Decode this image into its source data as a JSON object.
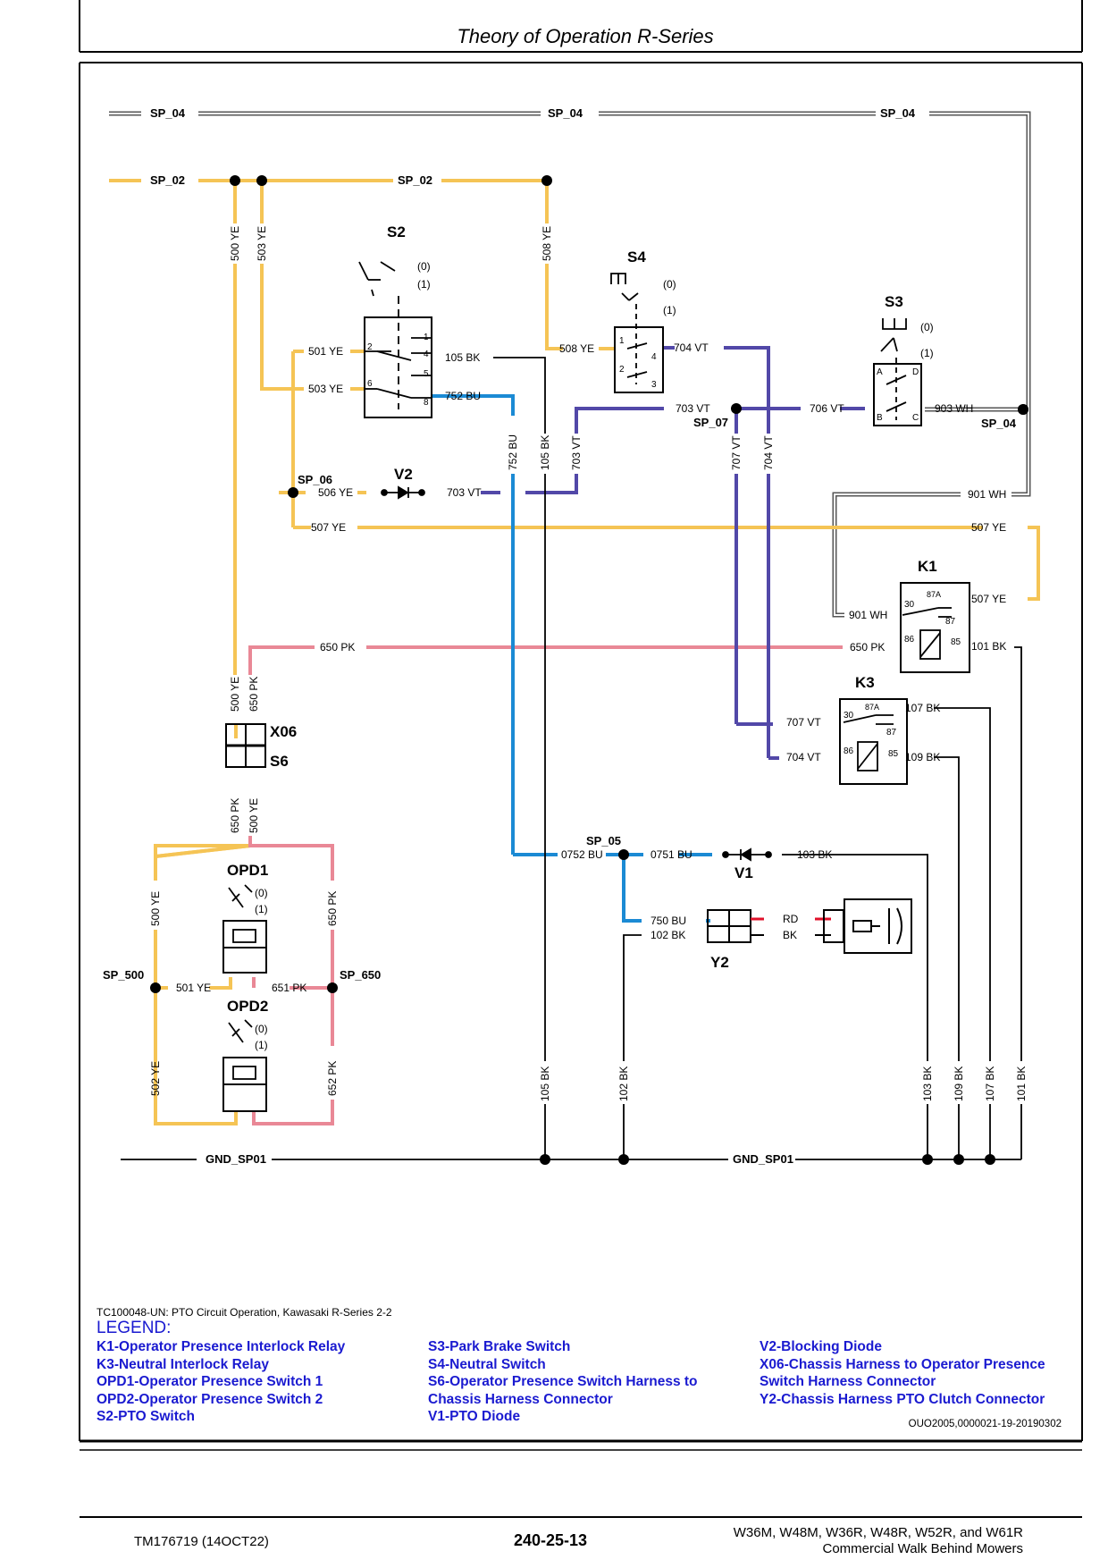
{
  "header": {
    "title": "Theory of Operation R-Series"
  },
  "caption": "TC100048-UN: PTO Circuit Operation, Kawasaki R-Series 2-2",
  "legend": {
    "title": "LEGEND:",
    "col1": [
      "K1-Operator Presence Interlock Relay",
      "K3-Neutral Interlock Relay",
      "OPD1-Operator Presence Switch 1",
      "OPD2-Operator Presence Switch 2",
      "S2-PTO Switch"
    ],
    "col2": [
      "S3-Park Brake Switch",
      "S4-Neutral Switch",
      "S6-Operator  Presence  Switch  Harness  to",
      "Chassis Harness Connector",
      "V1-PTO Diode"
    ],
    "col3": [
      "V2-Blocking Diode",
      "X06-Chassis Harness to Operator Presence",
      "Switch Harness Connector",
      "Y2-Chassis Harness PTO Clutch Connector"
    ]
  },
  "doc_ref": "OUO2005,0000021-19-20190302",
  "footer": {
    "left": "TM176719 (14OCT22)",
    "center": "240-25-13",
    "right_line1": "W36M, W48M, W36R, W48R, W52R, and W61R",
    "right_line2": "Commercial Walk Behind Mowers"
  },
  "colors": {
    "yellow": "#f5c455",
    "blue": "#1b8ad4",
    "violet": "#5248a8",
    "pink": "#e98896",
    "black": "#000000",
    "red": "#e0102a",
    "legend": "#1a1ad0"
  },
  "diagram": {
    "components": {
      "S2": "S2",
      "S3": "S3",
      "S4": "S4",
      "V1": "V1",
      "V2": "V2",
      "K1": "K1",
      "K3": "K3",
      "X06": "X06",
      "S6": "S6",
      "OPD1": "OPD1",
      "OPD2": "OPD2",
      "Y2": "Y2"
    },
    "splices": {
      "sp04_a": "SP_04",
      "sp04_b": "SP_04",
      "sp04_c": "SP_04",
      "sp04_d": "SP_04",
      "sp02_a": "SP_02",
      "sp02_b": "SP_02",
      "sp06": "SP_06",
      "sp07": "SP_07",
      "sp05": "SP_05",
      "sp500": "SP_500",
      "sp650": "SP_650",
      "gnd_a": "GND_SP01",
      "gnd_b": "GND_SP01"
    },
    "wires": {
      "w500ye_a": "500 YE",
      "w503ye_a": "503 YE",
      "w508ye_a": "508 YE",
      "w501ye_a": "501 YE",
      "w503ye_b": "503 YE",
      "w105bk_a": "105 BK",
      "w752bu_a": "752 BU",
      "w508ye_b": "508 YE",
      "w704vt_a": "704 VT",
      "w703vt_a": "703 VT",
      "w706vt": "706 VT",
      "w903wh": "903 WH",
      "w752bu_v": "752 BU",
      "w105bk_v": "105 BK",
      "w703vt_v": "703 VT",
      "w707vt_v": "707 VT",
      "w704vt_v": "704 VT",
      "w506ye": "506 YE",
      "w703vt_b": "703 VT",
      "w901wh_a": "901 WH",
      "w507ye_a": "507 YE",
      "w507ye_b": "507 YE",
      "w901wh_b": "901 WH",
      "w650pk_a": "650 PK",
      "w650pk_b": "650 PK",
      "w101bk_a": "101 BK",
      "w500ye_b": "500 YE",
      "w650pk_c": "650 PK",
      "w707vt_b": "707 VT",
      "w107bk_a": "107 BK",
      "w704vt_b": "704 VT",
      "w109bk_a": "109 BK",
      "w650pk_d": "650 PK",
      "w500ye_c": "500 YE",
      "w0752bu": "0752 BU",
      "w0751bu": "0751 BU",
      "w103bk_a": "103 BK",
      "w500ye_d": "500 YE",
      "w650pk_e": "650 PK",
      "w501ye_b": "501 YE",
      "w651pk": "651 PK",
      "w502ye": "502 YE",
      "w652pk": "652 PK",
      "w750bu": "750 BU",
      "w102bk_a": "102 BK",
      "rd": "RD",
      "bk": "BK",
      "w105bk_b": "105 BK",
      "w102bk_b": "102 BK",
      "w103bk_b": "103 BK",
      "w109bk_b": "109 BK",
      "w107bk_b": "107 BK",
      "w101bk_b": "101 BK"
    },
    "switch_states": {
      "off": "(0)",
      "on": "(1)"
    },
    "pins": {
      "p1": "1",
      "p2": "2",
      "p3": "3",
      "p4": "4",
      "p5": "5",
      "p6": "6",
      "p8": "8",
      "pA": "A",
      "pB": "B",
      "pC": "C",
      "pD": "D",
      "p30": "30",
      "p87A": "87A",
      "p87": "87",
      "p86": "86",
      "p85": "85"
    }
  }
}
